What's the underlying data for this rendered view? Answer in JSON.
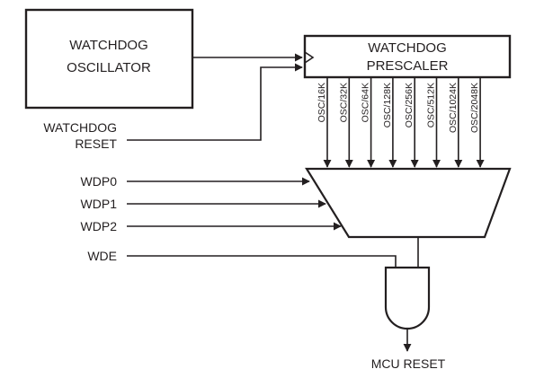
{
  "blocks": {
    "oscillator": {
      "line1": "WATCHDOG",
      "line2": "OSCILLATOR"
    },
    "prescaler": {
      "line1": "WATCHDOG",
      "line2": "PRESCALER"
    }
  },
  "signals": {
    "watchdog_reset": {
      "line1": "WATCHDOG",
      "line2": "RESET"
    },
    "wdp0": "WDP0",
    "wdp1": "WDP1",
    "wdp2": "WDP2",
    "wde": "WDE",
    "mcu_reset": "MCU RESET"
  },
  "prescaler_taps": [
    "OSC/16K",
    "OSC/32K",
    "OSC/64K",
    "OSC/128K",
    "OSC/256K",
    "OSC/512K",
    "OSC/1024K",
    "OSC/2048K"
  ],
  "colors": {
    "ink": "#231f20",
    "background": "#ffffff"
  }
}
